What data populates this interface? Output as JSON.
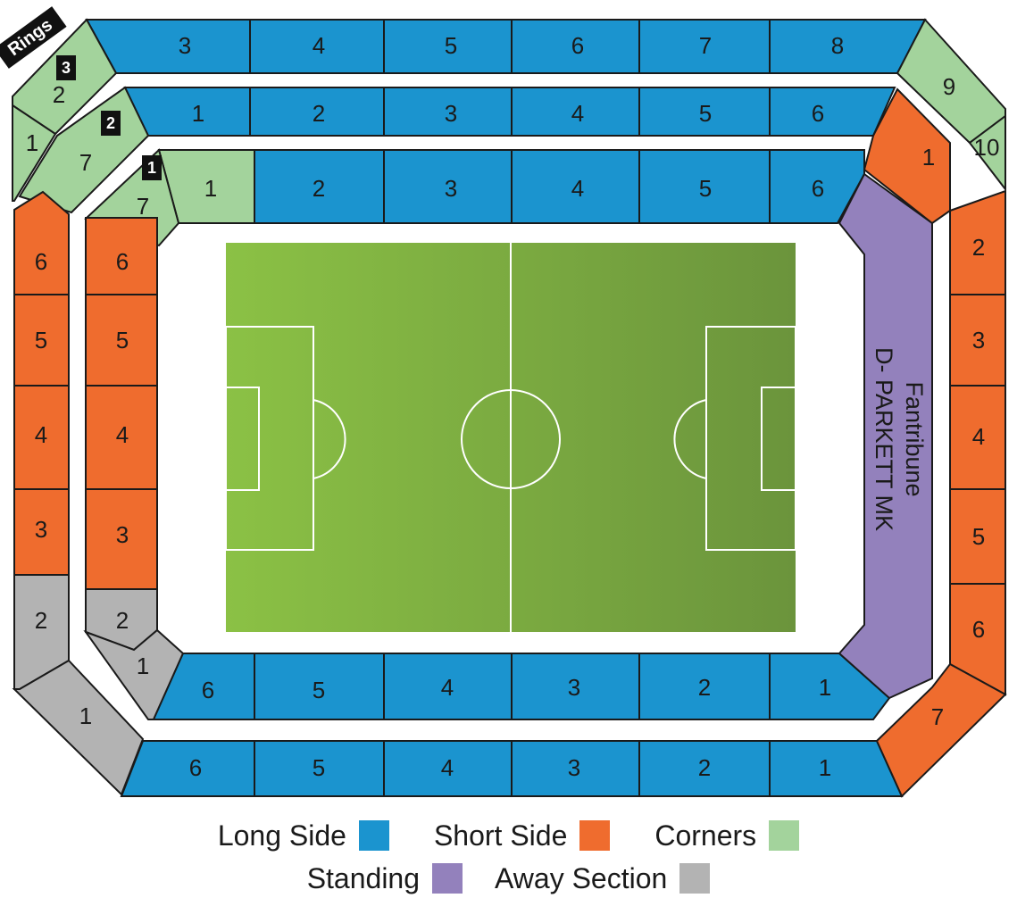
{
  "rings_label": "Rings",
  "ring_badges": [
    "3",
    "2",
    "1"
  ],
  "stand_label": [
    "Fantribune",
    "D- PARKETT MK"
  ],
  "colors": {
    "long_side": "#1b94cf",
    "short_side": "#ef6c2e",
    "corners": "#a3d39c",
    "standing": "#9381bc",
    "away": "#b3b3b3",
    "pitch_light": "#8bc145",
    "pitch_dark": "#6b943c",
    "outline": "#1a1a1a"
  },
  "sections": {
    "top_ring3": [
      "3",
      "4",
      "5",
      "6",
      "7",
      "8"
    ],
    "top_ring2": [
      "1",
      "2",
      "3",
      "4",
      "5",
      "6"
    ],
    "top_ring1": [
      "2",
      "3",
      "4",
      "5",
      "6"
    ],
    "corner_tl_ring3": [
      "1",
      "2"
    ],
    "corner_tl_ring2": "7",
    "corner_tl_ring1": [
      "7",
      "1"
    ],
    "corner_tr_ring3": [
      "9",
      "10"
    ],
    "left_ring3": [
      "6",
      "5",
      "4",
      "3"
    ],
    "left_ring2": [
      "6",
      "5",
      "4",
      "3"
    ],
    "away_outer": [
      "2",
      "1"
    ],
    "away_inner": [
      "2",
      "1"
    ],
    "right_outer": [
      "1",
      "2",
      "3",
      "4",
      "5",
      "6",
      "7"
    ],
    "bottom_inner": [
      "6",
      "5",
      "4",
      "3",
      "2",
      "1"
    ],
    "bottom_outer": [
      "6",
      "5",
      "4",
      "3",
      "2",
      "1"
    ]
  },
  "legend": [
    {
      "label": "Long Side",
      "color": "#1b94cf"
    },
    {
      "label": "Short Side",
      "color": "#ef6c2e"
    },
    {
      "label": "Corners",
      "color": "#a3d39c"
    },
    {
      "label": "Standing",
      "color": "#9381bc"
    },
    {
      "label": "Away Section",
      "color": "#b3b3b3"
    }
  ]
}
